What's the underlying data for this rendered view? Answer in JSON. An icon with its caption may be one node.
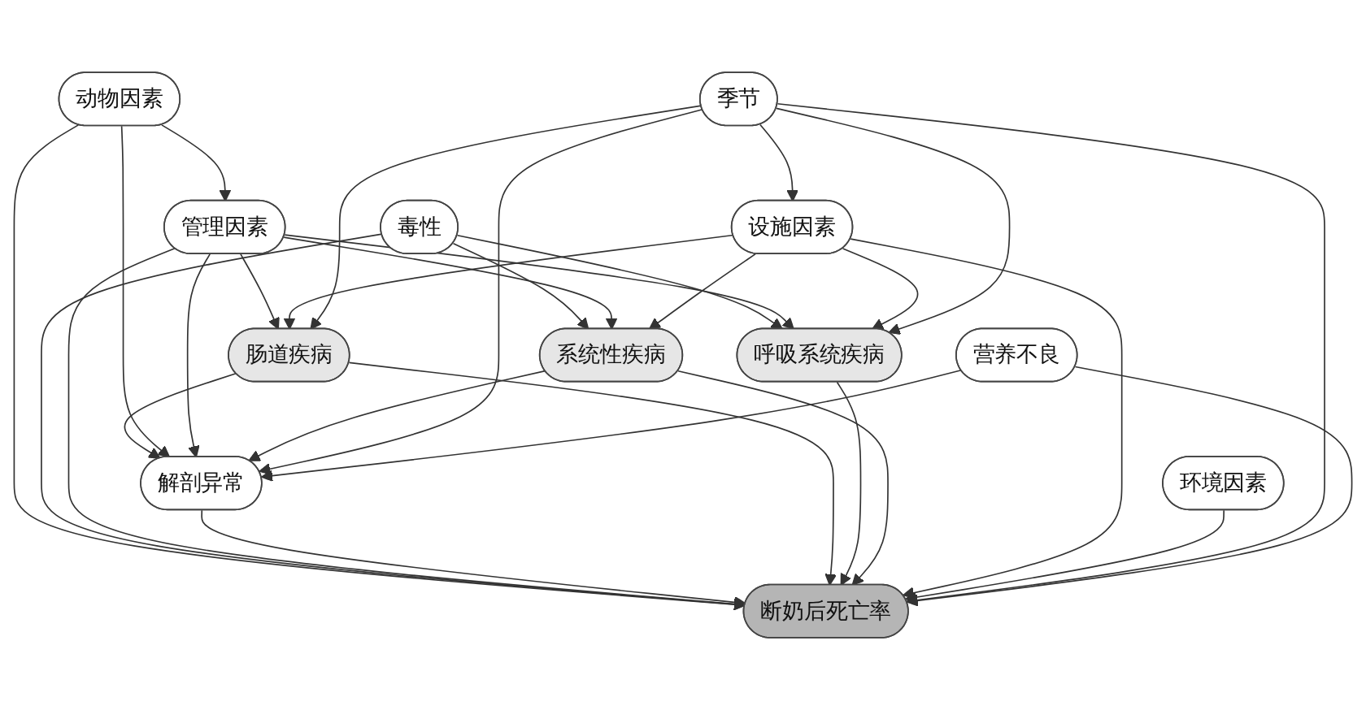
{
  "diagram": {
    "nodes": [
      {
        "text": [
          "解剖异常"
        ]
      },
      {
        "text": [
          "毒性"
        ]
      },
      {
        "text": [
          "肠道疾病"
        ]
      },
      {
        "text": [
          "动物因素"
        ]
      },
      {
        "text": [
          "呼吸系统疾病"
        ]
      },
      {
        "text": [
          "管理因素"
        ]
      },
      {
        "text": [
          "断奶后死亡率"
        ]
      },
      {
        "text": [
          "系统性疾病"
        ]
      },
      {
        "text": [
          "设施因素"
        ]
      },
      {
        "text": [
          "环境因素"
        ]
      },
      {
        "text": [
          "季节"
        ]
      },
      {
        "text": [
          "营养不良"
        ]
      }
    ],
    "edges": [
      {
        "from": 2,
        "to": 0,
        "arrow": "to"
      },
      {
        "from": 3,
        "to": 5,
        "arrow": "to"
      },
      {
        "from": 3,
        "to": 0,
        "arrow": "to"
      },
      {
        "from": 3,
        "to": 6,
        "arrow": "to"
      },
      {
        "from": 1,
        "to": 6,
        "arrow": "to"
      },
      {
        "from": 1,
        "to": 4,
        "arrow": "to"
      },
      {
        "from": 1,
        "to": 7,
        "arrow": "to"
      },
      {
        "from": 5,
        "to": 0,
        "arrow": "to"
      },
      {
        "from": 5,
        "to": 2,
        "arrow": "to"
      },
      {
        "from": 5,
        "to": 4,
        "arrow": "to"
      },
      {
        "from": 5,
        "to": 6,
        "arrow": "to"
      },
      {
        "from": 5,
        "to": 7,
        "arrow": "to"
      },
      {
        "from": 0,
        "to": 6,
        "arrow": "to"
      },
      {
        "from": 2,
        "to": 6,
        "arrow": "to"
      },
      {
        "from": 4,
        "to": 6,
        "arrow": "to"
      },
      {
        "from": 7,
        "to": 6,
        "arrow": "to"
      },
      {
        "from": 7,
        "to": 0,
        "arrow": "to"
      },
      {
        "from": 8,
        "to": 2,
        "arrow": "to"
      },
      {
        "from": 8,
        "to": 4,
        "arrow": "to"
      },
      {
        "from": 8,
        "to": 7,
        "arrow": "to"
      },
      {
        "from": 8,
        "to": 6,
        "arrow": "to"
      },
      {
        "from": 9,
        "to": 6,
        "arrow": "to"
      },
      {
        "from": 10,
        "to": 2,
        "arrow": "to"
      },
      {
        "from": 10,
        "to": 0,
        "arrow": "to"
      },
      {
        "from": 10,
        "to": 4,
        "arrow": "to"
      },
      {
        "from": 10,
        "to": 6,
        "arrow": "to"
      },
      {
        "from": 10,
        "to": 8,
        "arrow": "to"
      },
      {
        "from": 11,
        "to": 6,
        "arrow": "to"
      },
      {
        "from": 11,
        "to": 0,
        "arrow": "to"
      }
    ]
  }
}
